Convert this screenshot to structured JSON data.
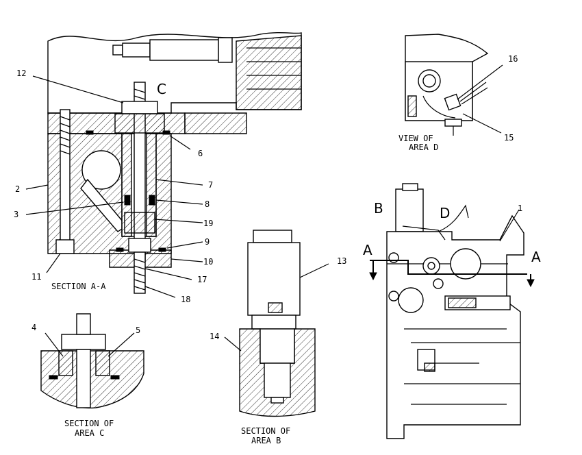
{
  "callouts": [
    {
      "id": "c1",
      "text": "1"
    },
    {
      "id": "c2",
      "text": "2"
    },
    {
      "id": "c3",
      "text": "3"
    },
    {
      "id": "c4",
      "text": "4"
    },
    {
      "id": "c5",
      "text": "5"
    },
    {
      "id": "c6",
      "text": "6"
    },
    {
      "id": "c7",
      "text": "7"
    },
    {
      "id": "c8",
      "text": "8"
    },
    {
      "id": "c9",
      "text": "9"
    },
    {
      "id": "c10",
      "text": "10"
    },
    {
      "id": "c11",
      "text": "11"
    },
    {
      "id": "c12",
      "text": "12"
    },
    {
      "id": "c13",
      "text": "13"
    },
    {
      "id": "c14",
      "text": "14"
    },
    {
      "id": "c15",
      "text": "15"
    },
    {
      "id": "c16",
      "text": "16"
    },
    {
      "id": "c17",
      "text": "17"
    },
    {
      "id": "c18",
      "text": "18"
    },
    {
      "id": "c19",
      "text": "19"
    }
  ],
  "view_letters": {
    "c": "C",
    "b": "B",
    "d": "D",
    "a_left": "A",
    "a_right": "A"
  },
  "captions": {
    "section_aa": "SECTION A-A",
    "section_c_1": "SECTION OF",
    "section_c_2": "AREA C",
    "section_b_1": "SECTION OF",
    "section_b_2": "AREA B",
    "view_d_1": "VIEW OF",
    "view_d_2": "AREA D"
  }
}
